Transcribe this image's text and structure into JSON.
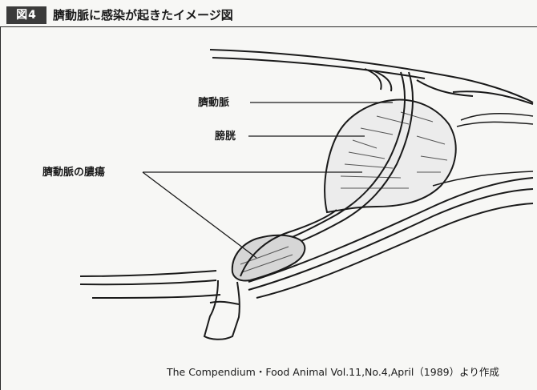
{
  "figure": {
    "badge": "図4",
    "title": "臍動脈に感染が起きたイメージ図"
  },
  "labels": {
    "umbilical_artery": "臍動脈",
    "bladder": "膀胱",
    "artery_abscess": "臍動脈の膿瘍"
  },
  "source": "The Compendium・Food Animal  Vol.11,No.4,April（1989）より作成"
}
